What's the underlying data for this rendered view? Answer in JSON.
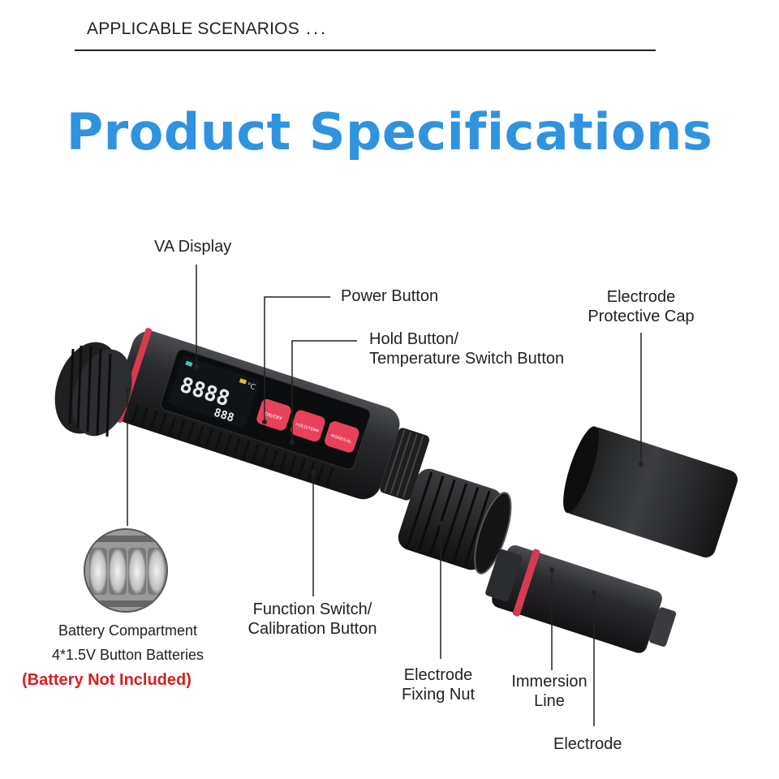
{
  "header": {
    "text": "APPLICABLE SCENARIOS",
    "dots": "..."
  },
  "title": "Product Specifications",
  "labels": {
    "va_display": "VA Display",
    "power_button": "Power Button",
    "hold_button_1": "Hold Button/",
    "hold_button_2": "Temperature Switch Button",
    "cap_1": "Electrode",
    "cap_2": "Protective Cap",
    "function_1": "Function Switch/",
    "function_2": "Calibration Button",
    "battery_1": "Battery Compartment",
    "battery_2": "4*1.5V Button Batteries",
    "battery_note": "(Battery Not Included)",
    "nut_1": "Electrode",
    "nut_2": "Fixing Nut",
    "immersion_1": "Immersion",
    "immersion_2": "Line",
    "electrode": "Electrode"
  },
  "buttons": {
    "on_off": "ON/OFF",
    "hold_temp": "HOLD/TEMP",
    "mode_cal": "MODE/CAL"
  },
  "display": {
    "main": "8888",
    "sub": "888",
    "unit": "°C"
  },
  "colors": {
    "title": "#2f93e0",
    "note": "#d62020",
    "button": "#e8415c"
  }
}
